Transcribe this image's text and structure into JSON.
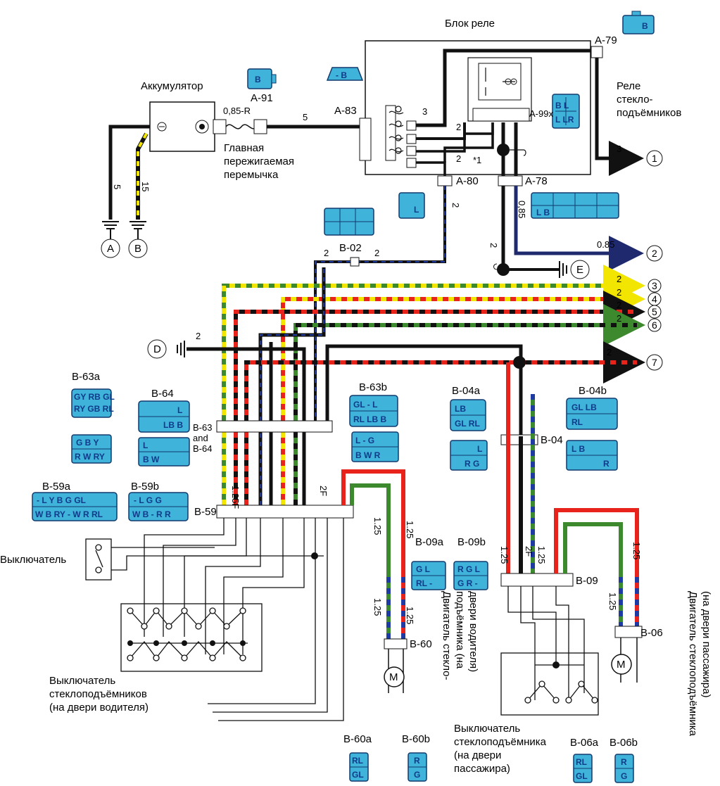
{
  "labels": {
    "relay_block": "Блок реле",
    "battery": "Аккумулятор",
    "fuse_wire": "0,85-R",
    "main_fuse_1": "Главная",
    "main_fuse_2": "пережигаемая",
    "main_fuse_3": "перемычка",
    "relay_1": "Реле",
    "relay_2": "стекло-",
    "relay_3": "подъёмников",
    "switch": "Выключатель",
    "driver_switch_1": "Выключатель",
    "driver_switch_2": "стеклоподъёмников",
    "driver_switch_3": "(на двери водителя)",
    "pass_switch_1": "Выключатель",
    "pass_switch_2": "стеклоподъёмника",
    "pass_switch_3": "(на двери",
    "pass_switch_4": "пассажира)",
    "driver_motor_1": "Двигатель стекло-",
    "driver_motor_2": "подъёмника (на",
    "driver_motor_3": "двери водителя)",
    "pass_motor_1": "Двигатель стеклоподъёмника",
    "pass_motor_2": "(на двери пассажира)",
    "b63_b64": "B-63\nand\nB-64",
    "b63_line1": "B-63",
    "b63_line2": "and",
    "b63_line3": "B-64"
  },
  "connectors": {
    "a91": "A-91",
    "a83": "A-83",
    "a79": "A-79",
    "a99x": "A-99x",
    "a80": "A-80",
    "a78": "A-78",
    "b02": "B-02",
    "b63a": "B-63a",
    "b64": "B-64",
    "b63b": "B-63b",
    "b04a": "B-04a",
    "b04b": "B-04b",
    "b04": "B-04",
    "b59": "B-59",
    "b59a": "B-59a",
    "b59b": "B-59b",
    "b09a": "B-09a",
    "b09b": "B-09b",
    "b09": "B-09",
    "b06": "B-06",
    "b60": "B-60",
    "b60a": "B-60a",
    "b60b": "B-60b",
    "b06a": "B-06a",
    "b06b": "B-06b"
  },
  "grounds": {
    "a": "A",
    "b": "B",
    "d": "D",
    "e": "E"
  },
  "outputs": [
    "1",
    "2",
    "3",
    "4",
    "5",
    "6",
    "7"
  ],
  "wire_sizes": {
    "w5_top": "5",
    "w3_relay": "3",
    "w2_a": "2",
    "w2_b": "2",
    "w1_star": "*1",
    "w5_left": "5",
    "w15": "15",
    "w3_out": "3",
    "w085_a": "0,85",
    "w085_out": "0.85",
    "w2_a80": "2",
    "w2_ground": "2",
    "w2_b02a": "2",
    "w2_b02b": "2",
    "w2_o3": "2",
    "w2_o4": "2",
    "w2_o5": "2",
    "w2_o6": "2",
    "w2_d": "2",
    "w2_o7": "2",
    "w125_1": "1.25",
    "w125_2": "1.25",
    "w125_3": "1.25",
    "w125_4": "1.25",
    "w125_5": "1.25",
    "w125_6": "1.25",
    "w125_7": "1.25",
    "w125_8": "1.25",
    "w2f": "2F",
    "w125f": "1.25F",
    "w2f_b": "2F"
  },
  "pins": {
    "b63a_top": "GY RB GL",
    "b63a_bot": "RY GB RL",
    "b63a_top2": "G B Y",
    "b63a_bot2": "R W RY",
    "b64_r1": "L",
    "b64_r2": "LB B",
    "b64_s1": "L",
    "b64_s2": "B W",
    "b63b_r1": "GL - L",
    "b63b_r2": "RL LB B",
    "b63b_s1": "L - G",
    "b63b_s2": "B W R",
    "b04a_r1": "LB",
    "b04a_r2": "GL RL",
    "b04a_s1": "L",
    "b04a_s2": "R G",
    "b04b_r1": "GL LB",
    "b04b_r2": "RL",
    "b04b_s1": "L B",
    "b04b_s2": "R",
    "b59a_r1": "- L Y B G GL",
    "b59a_r2": "W B RY - W R RL",
    "b59b_r1": "- L G G",
    "b59b_r2": "W B - R R",
    "b09a_r1": "G L",
    "b09a_r2": "RL -",
    "b09b_r1": "R G L",
    "b09b_r2": "G R -",
    "b60a_r1": "RL",
    "b60a_r2": "GL",
    "b60b_r1": "R",
    "b60b_r2": "G",
    "b06a_r1": "RL",
    "b06a_r2": "GL",
    "b06b_r1": "R",
    "b06b_r2": "G",
    "a91": "B",
    "a91_b": "- B",
    "a79": "B",
    "a99x_r1": "B L",
    "a99x_r2": "L LR",
    "a80": "L",
    "a78_r1": "L B"
  },
  "icons": [
    "motor-icon",
    "ground-icon",
    "fuse-icon",
    "relay-icon",
    "switch-icon"
  ],
  "colors": {
    "black": "#111111",
    "yellow": "#f2e600",
    "red": "#e8231c",
    "green": "#3d8a2e",
    "blue": "#1f3aa0",
    "white": "#ffffff",
    "connector_fill": "#3fb3d9",
    "connector_stroke": "#123a6e"
  }
}
